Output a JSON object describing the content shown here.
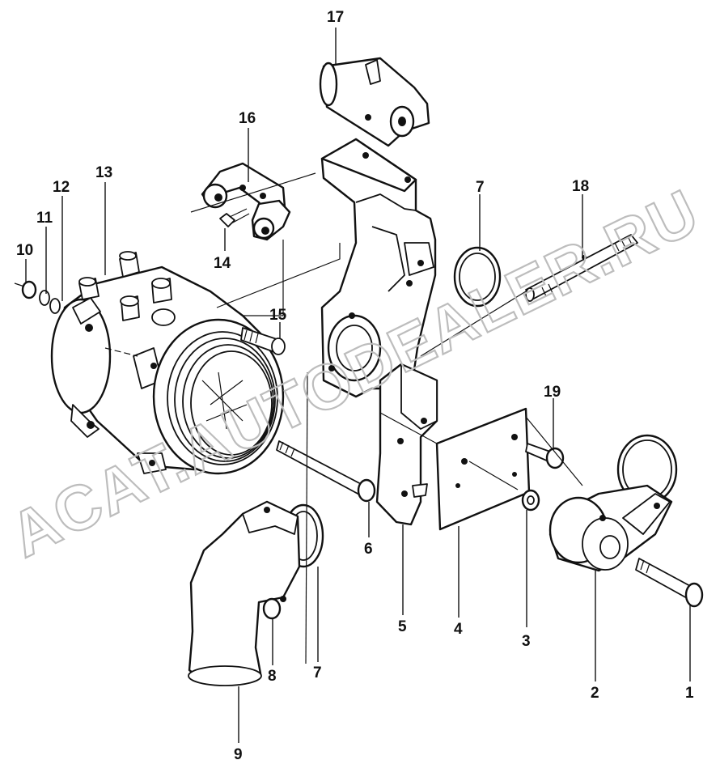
{
  "watermark": "ACAT.AUTODEALER.RU",
  "callouts": [
    {
      "id": "c17",
      "label": "17"
    },
    {
      "id": "c16",
      "label": "16"
    },
    {
      "id": "c13",
      "label": "13"
    },
    {
      "id": "c12",
      "label": "12"
    },
    {
      "id": "c11",
      "label": "11"
    },
    {
      "id": "c10",
      "label": "10"
    },
    {
      "id": "c14",
      "label": "14"
    },
    {
      "id": "c15",
      "label": "15"
    },
    {
      "id": "c7a",
      "label": "7"
    },
    {
      "id": "c18",
      "label": "18"
    },
    {
      "id": "c19",
      "label": "19"
    },
    {
      "id": "c6",
      "label": "6"
    },
    {
      "id": "c5",
      "label": "5"
    },
    {
      "id": "c4",
      "label": "4"
    },
    {
      "id": "c3",
      "label": "3"
    },
    {
      "id": "c8",
      "label": "8"
    },
    {
      "id": "c7b",
      "label": "7"
    },
    {
      "id": "c2",
      "label": "2"
    },
    {
      "id": "c1",
      "label": "1"
    },
    {
      "id": "c9",
      "label": "9"
    }
  ]
}
